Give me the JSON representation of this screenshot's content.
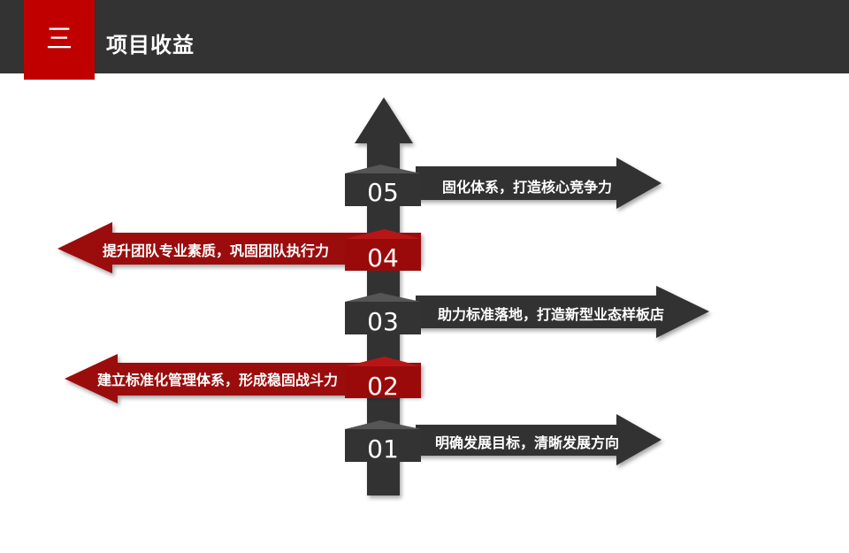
{
  "header": {
    "badge": "三",
    "title": "项目收益"
  },
  "colors": {
    "dark": "#333333",
    "red": "#9b0a0a",
    "accent": "#c00000"
  },
  "steps": [
    {
      "num": "05",
      "label": "固化体系，打造核心竞争力",
      "direction": "right",
      "color": "dark"
    },
    {
      "num": "04",
      "label": "提升团队专业素质，巩固团队执行力",
      "direction": "left",
      "color": "red"
    },
    {
      "num": "03",
      "label": "助力标准落地，打造新型业态样板店",
      "direction": "right",
      "color": "dark"
    },
    {
      "num": "02",
      "label": "建立标准化管理体系，形成稳固战斗力",
      "direction": "left",
      "color": "red"
    },
    {
      "num": "01",
      "label": "明确发展目标，清晰发展方向",
      "direction": "right",
      "color": "dark"
    }
  ]
}
